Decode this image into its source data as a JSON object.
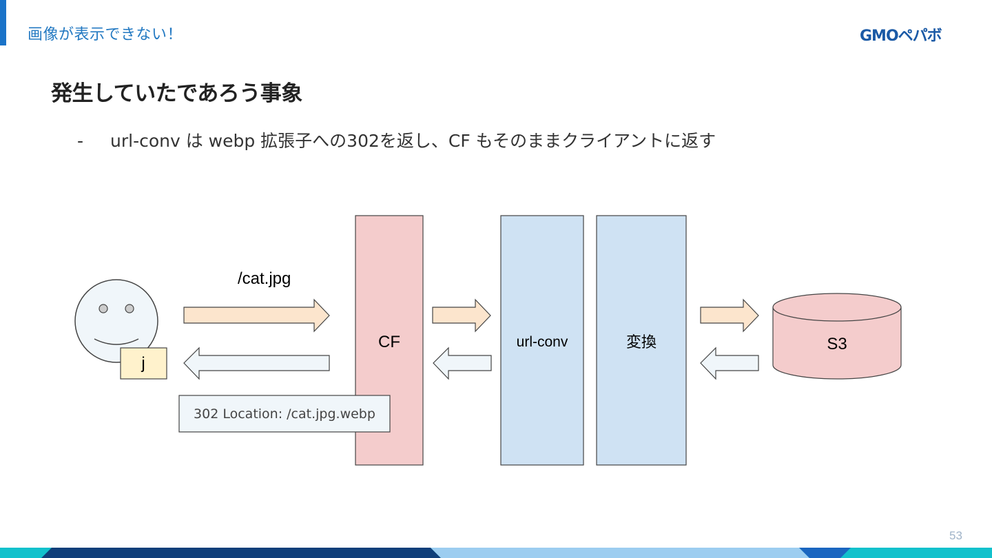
{
  "header": {
    "title": "画像が表示できない！",
    "logo": "GMOペパボ"
  },
  "slide": {
    "title": "発生していたであろう事象",
    "bullet_marker": "-",
    "bullet": "url-conv は webp 拡張子への302を返し、CF もそのままクライアントに返す",
    "page_number": "53"
  },
  "diagram": {
    "user_badge": "j",
    "request_label": "/cat.jpg",
    "response_label": "302 Location: /cat.jpg.webp",
    "cf": "CF",
    "url_conv": "url-conv",
    "convert": "変換",
    "s3": "S3"
  },
  "colors": {
    "accent": "#1a73c8",
    "cf_fill": "#f4cccc",
    "conv_fill": "#cfe2f3",
    "request_arrow": "#fce5cd",
    "response_arrow": "#f0f6fa",
    "badge": "#fff2cc",
    "face": "#f0f6fa"
  }
}
